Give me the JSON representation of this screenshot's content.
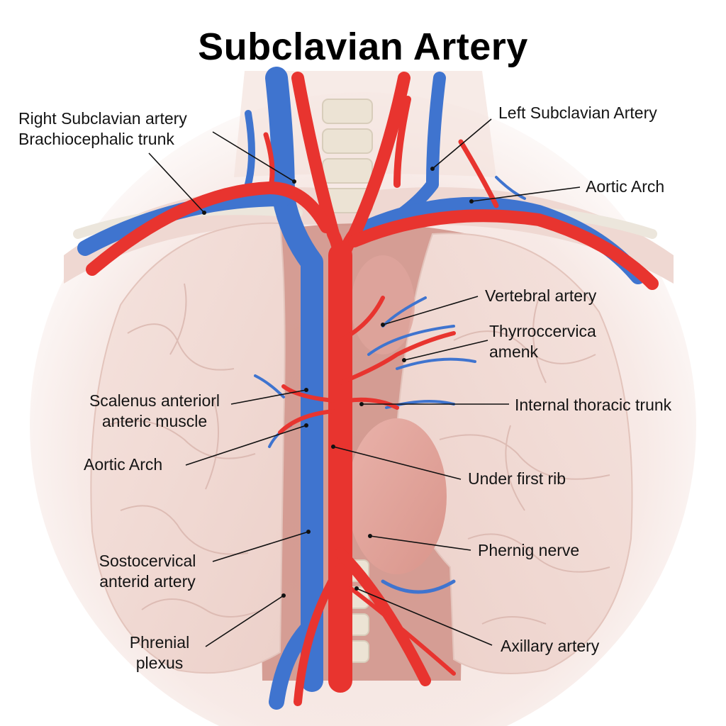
{
  "title": "Subclavian Artery",
  "colors": {
    "artery": "#e8342f",
    "vein": "#3f74cf",
    "lung": "#f3ddd8",
    "background": "#ffffff"
  },
  "labels": {
    "right_subclavian": "Right Subclavian artery",
    "brachiocephalic": "Brachiocephalic trunk",
    "left_subclavian": "Left Subclavian Artery",
    "aortic_arch_top": "Aortic Arch",
    "vertebral": "Vertebral artery",
    "thyrocervical_1": "Thyrroccervica",
    "thyrocervical_2": "amenk",
    "internal_thoracic": "Internal thoracic trunk",
    "scalenus_1": "Scalenus anteriorl",
    "scalenus_2": "anteric muscle",
    "aortic_arch_left": "Aortic Arch",
    "under_first_rib": "Under first rib",
    "phrenic_nerve": "Phernig nerve",
    "costocervical_1": "Sostocervical",
    "costocervical_2": "anterid artery",
    "phrenic_plexus_1": "Phrenial",
    "phrenic_plexus_2": "plexus",
    "axillary": "Axillary artery"
  }
}
